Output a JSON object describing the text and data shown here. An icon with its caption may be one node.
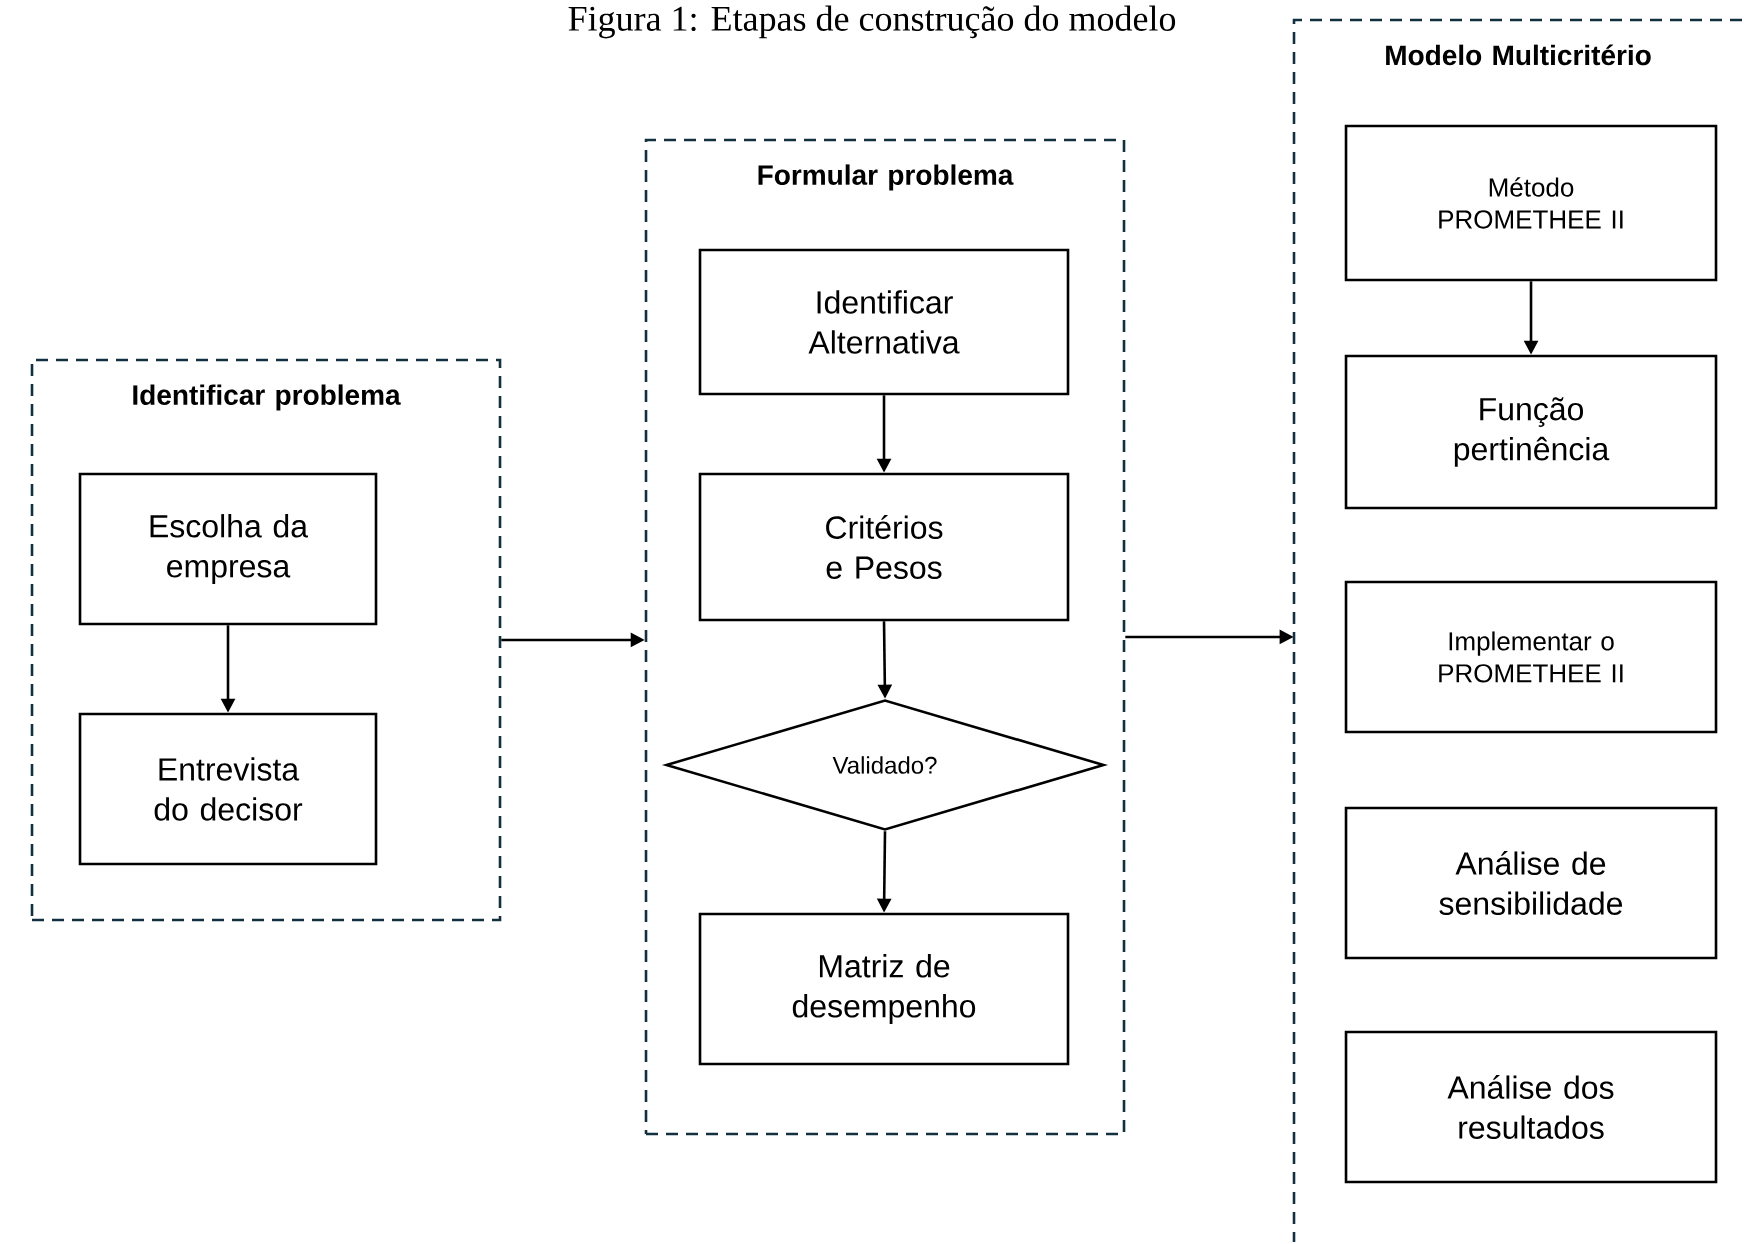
{
  "diagram": {
    "title": "Figura 1: Etapas de construção do modelo",
    "nodes": [
      {
        "text": [
          "Identificar problema"
        ]
      },
      {
        "text": [
          "Escolha da empresa"
        ],
        "in": 0
      },
      {
        "text": [
          "Entrevista do decisor"
        ],
        "in": 0
      },
      {
        "text": [
          "Formular problema"
        ]
      },
      {
        "text": [
          "Identificar Alternativa"
        ],
        "in": 3
      },
      {
        "text": [
          "Critérios e Pesos"
        ],
        "in": 3
      },
      {
        "text": [
          "Validado?"
        ],
        "in": 3
      },
      {
        "text": [
          "Matriz de desempenho"
        ],
        "in": 3
      },
      {
        "text": [
          "Modelo Multicritério"
        ]
      },
      {
        "text": [
          "Método PROMETHEE II"
        ],
        "in": 8
      },
      {
        "text": [
          "Função pertinência"
        ],
        "in": 8
      },
      {
        "text": [
          "Implementar o PROMETHEE II"
        ],
        "in": 8
      },
      {
        "text": [
          "Análise de sensibilidade"
        ],
        "in": 8
      },
      {
        "text": [
          "Análise dos resultados"
        ],
        "in": 8
      }
    ],
    "edges": [
      {
        "from": 1,
        "to": 2,
        "arrow": "to"
      },
      {
        "from": 0,
        "to": 3,
        "arrow": "to"
      },
      {
        "from": 4,
        "to": 5,
        "arrow": "to"
      },
      {
        "from": 5,
        "to": 6,
        "arrow": "to"
      },
      {
        "from": 6,
        "to": 7,
        "arrow": "to"
      },
      {
        "from": 3,
        "to": 8,
        "arrow": "to"
      },
      {
        "from": 9,
        "to": 10,
        "arrow": "to"
      }
    ]
  }
}
